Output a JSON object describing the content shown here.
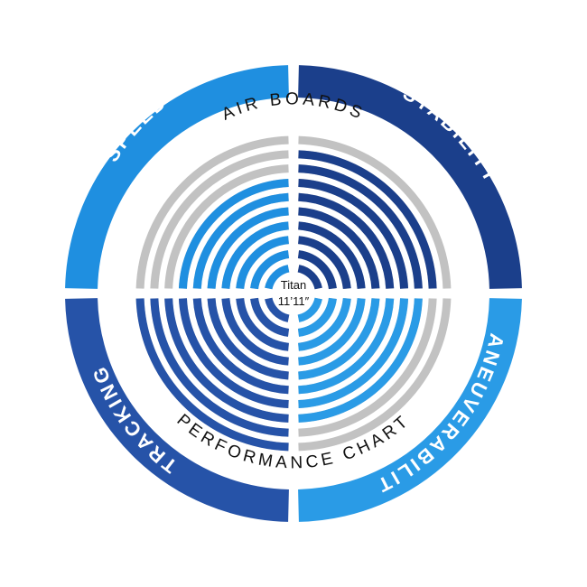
{
  "chart_data": {
    "type": "radial-bar",
    "title_top": "AIR BOARDS",
    "title_bottom": "PERFORMANCE CHART",
    "center": {
      "line1": "Titan",
      "line2": "11’11″"
    },
    "scale_max": 10,
    "categories": [
      "SPEED",
      "STABILITY",
      "MANEUVERABILITY",
      "TRACKING"
    ],
    "values": [
      7,
      9,
      8,
      10
    ],
    "colors": {
      "SPEED": "#1f8fe0",
      "STABILITY": "#1b3f8b",
      "MANEUVERABILITY": "#2a9be6",
      "TRACKING": "#2653a8",
      "track": "#c2c2c2"
    }
  }
}
